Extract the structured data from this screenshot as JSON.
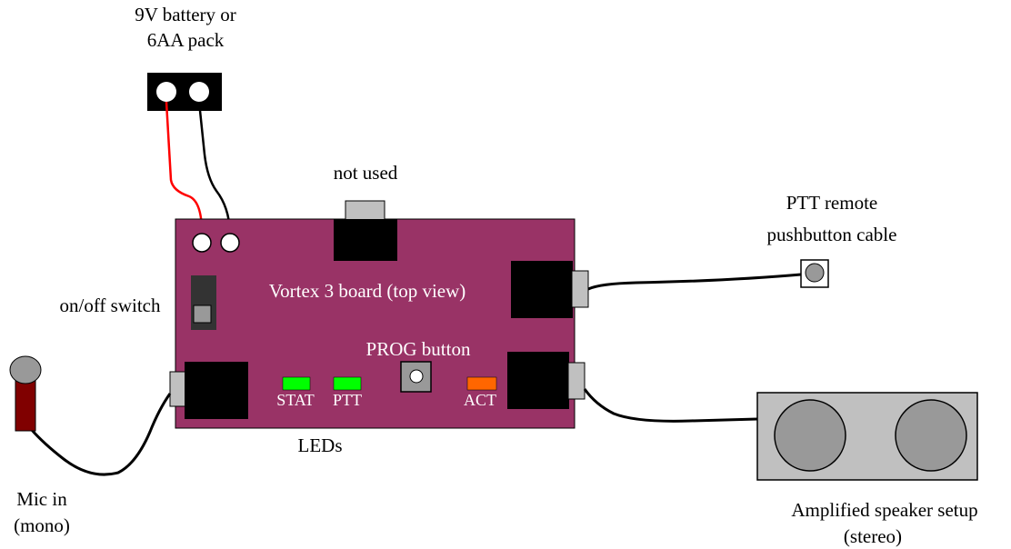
{
  "labels": {
    "battery_line1": "9V battery or",
    "battery_line2": "6AA pack",
    "not_used": "not used",
    "ptt_remote_line1": "PTT remote",
    "ptt_remote_line2": "pushbutton cable",
    "board_title": "Vortex 3 board (top view)",
    "on_off_switch": "on/off switch",
    "prog_button": "PROG button",
    "led_stat": "STAT",
    "led_ptt": "PTT",
    "led_act": "ACT",
    "leds": "LEDs",
    "mic_line1": "Mic in",
    "mic_line2": "(mono)",
    "speaker_line1": "Amplified speaker setup",
    "speaker_line2": "(stereo)"
  },
  "colors": {
    "board": "#993366",
    "led_green": "#00ff00",
    "led_orange": "#ff6600",
    "wire_red": "#ff0000",
    "mic_body": "#800000",
    "connector_gray": "#c0c0c0",
    "speaker_gray": "#999999"
  }
}
